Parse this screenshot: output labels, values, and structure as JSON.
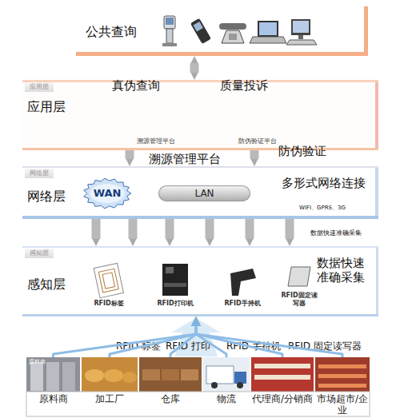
{
  "diagram": {
    "nodes": [
      {
        "text": [
          "公共查询"
        ]
      },
      {
        "text": [
          "应用层",
          "应用层"
        ]
      },
      {
        "text": [
          "溯源管理平台"
        ],
        "in": 1
      },
      {
        "text": [
          "防伪验证平台"
        ],
        "in": 1
      },
      {
        "text": [
          "网络层",
          "网络层"
        ]
      },
      {
        "text": [
          "WAN"
        ],
        "in": 4
      },
      {
        "text": [
          "LAN"
        ],
        "in": 4
      },
      {
        "text": [
          "感知层",
          "感知层"
        ]
      },
      {
        "text": [
          "RFID标签"
        ],
        "in": 7
      },
      {
        "text": [
          "RFID打印机"
        ],
        "in": 7
      },
      {
        "text": [
          "RFID手持机"
        ],
        "in": 7
      },
      {
        "text": [
          "RFID固定读写器"
        ],
        "in": 7
      },
      {
        "text": [
          "原料商",
          "原料商"
        ]
      },
      {
        "text": [
          "加工厂"
        ]
      },
      {
        "text": [
          "仓库"
        ]
      },
      {
        "text": [
          "物流"
        ]
      },
      {
        "text": [
          "代理商/分销商"
        ]
      },
      {
        "text": [
          "市场超市/企业"
        ]
      }
    ],
    "edges": [
      {
        "from": 0,
        "to": 1,
        "arrow": "both"
      },
      {
        "from": 2,
        "to": 4,
        "arrow": "to"
      },
      {
        "from": 3,
        "to": 4,
        "arrow": "to"
      },
      {
        "from": 4,
        "to": 7,
        "arrow": "to"
      },
      {
        "from": 4,
        "to": 7,
        "arrow": "to"
      },
      {
        "from": 4,
        "to": 7,
        "arrow": "to"
      },
      {
        "from": 4,
        "to": 7,
        "arrow": "to"
      },
      {
        "from": 4,
        "to": 7,
        "arrow": "to"
      },
      {
        "from": 4,
        "to": 7,
        "arrow": "to"
      },
      {
        "from": 12,
        "to": 7,
        "arrow": "to"
      },
      {
        "from": 13,
        "to": 7,
        "arrow": "to"
      },
      {
        "from": 14,
        "to": 7,
        "arrow": "to"
      },
      {
        "from": 15,
        "to": 7,
        "arrow": "to"
      },
      {
        "from": 16,
        "to": 7,
        "arrow": "to"
      },
      {
        "from": 17,
        "to": 7,
        "arrow": "to"
      }
    ],
    "labels": [
      "真伪查询",
      "质量投诉",
      "防伪验证",
      "溯源管理平台",
      "多形式网络连接",
      "WIFI、GPRS、3G",
      "数据快速准确采集",
      "数据快速准确采集",
      "RFID 标签",
      "RFID 打印",
      "RFID 手持机",
      "RFID 固定读写器"
    ]
  }
}
